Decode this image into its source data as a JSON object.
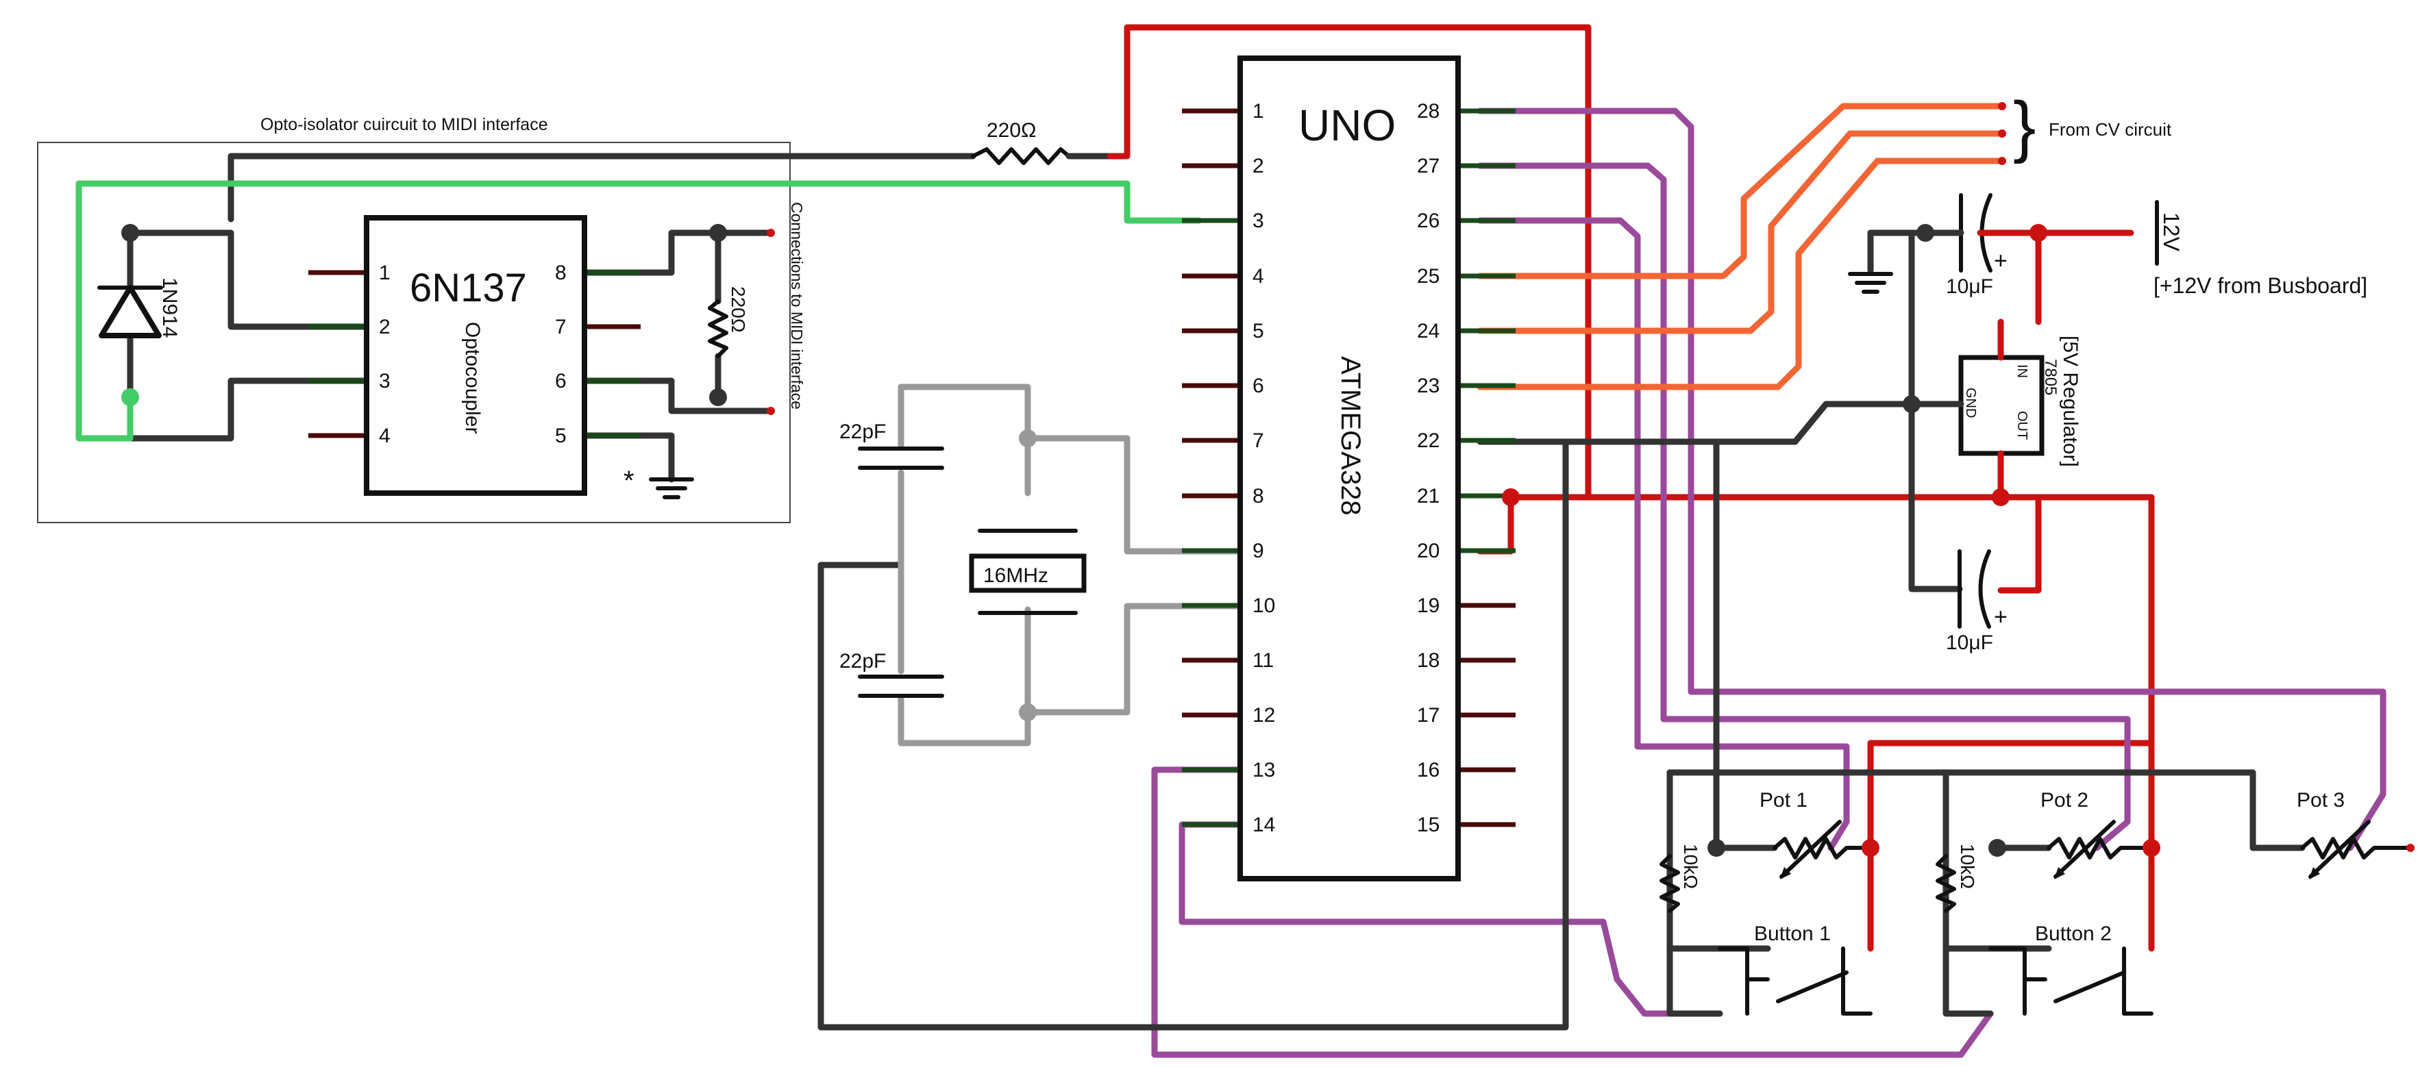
{
  "opto_box": {
    "title": "Opto-isolator cuircuit to MIDI interface",
    "side_label": "Connections to MIDI interface",
    "diode": "1N914",
    "resistor": "220Ω",
    "star": "*"
  },
  "opto": {
    "part": "6N137",
    "name": "Optocoupler",
    "pins_left": [
      "1",
      "2",
      "3",
      "4"
    ],
    "pins_right": [
      "8",
      "7",
      "6",
      "5"
    ]
  },
  "mcu": {
    "brand": "UNO",
    "name": "ATMEGA328",
    "pins_left": [
      "1",
      "2",
      "3",
      "4",
      "5",
      "6",
      "7",
      "8",
      "9",
      "10",
      "11",
      "12",
      "13",
      "14"
    ],
    "pins_right": [
      "28",
      "27",
      "26",
      "25",
      "24",
      "23",
      "22",
      "21",
      "20",
      "19",
      "18",
      "17",
      "16",
      "15"
    ]
  },
  "serial_resistor": "220Ω",
  "crystal": {
    "freq": "16MHz",
    "cap1": "22pF",
    "cap2": "22pF"
  },
  "cv": {
    "label": "From CV circuit",
    "brace": "}"
  },
  "power": {
    "v12": "12V",
    "v12_note": "[+12V from Busboard]",
    "cap_top": "10μF",
    "cap_bottom": "10μF",
    "plus": "+",
    "regulator_label": "[5V Regulator]",
    "regulator_part": "7805",
    "reg_in": "IN",
    "reg_gnd": "GND",
    "reg_out": "OUT"
  },
  "controls": {
    "pot1": "Pot 1",
    "pot2": "Pot 2",
    "pot3": "Pot 3",
    "res1": "10kΩ",
    "res2": "10kΩ",
    "button1": "Button 1",
    "button2": "Button 2"
  },
  "colors": {
    "ground_wire": "#333333",
    "power_wire": "#cc1111",
    "midi_wire": "#44cc66",
    "pot_wire": "#9a4a9a",
    "cv_wire": "#f26535",
    "crystal_wire": "#999999"
  }
}
